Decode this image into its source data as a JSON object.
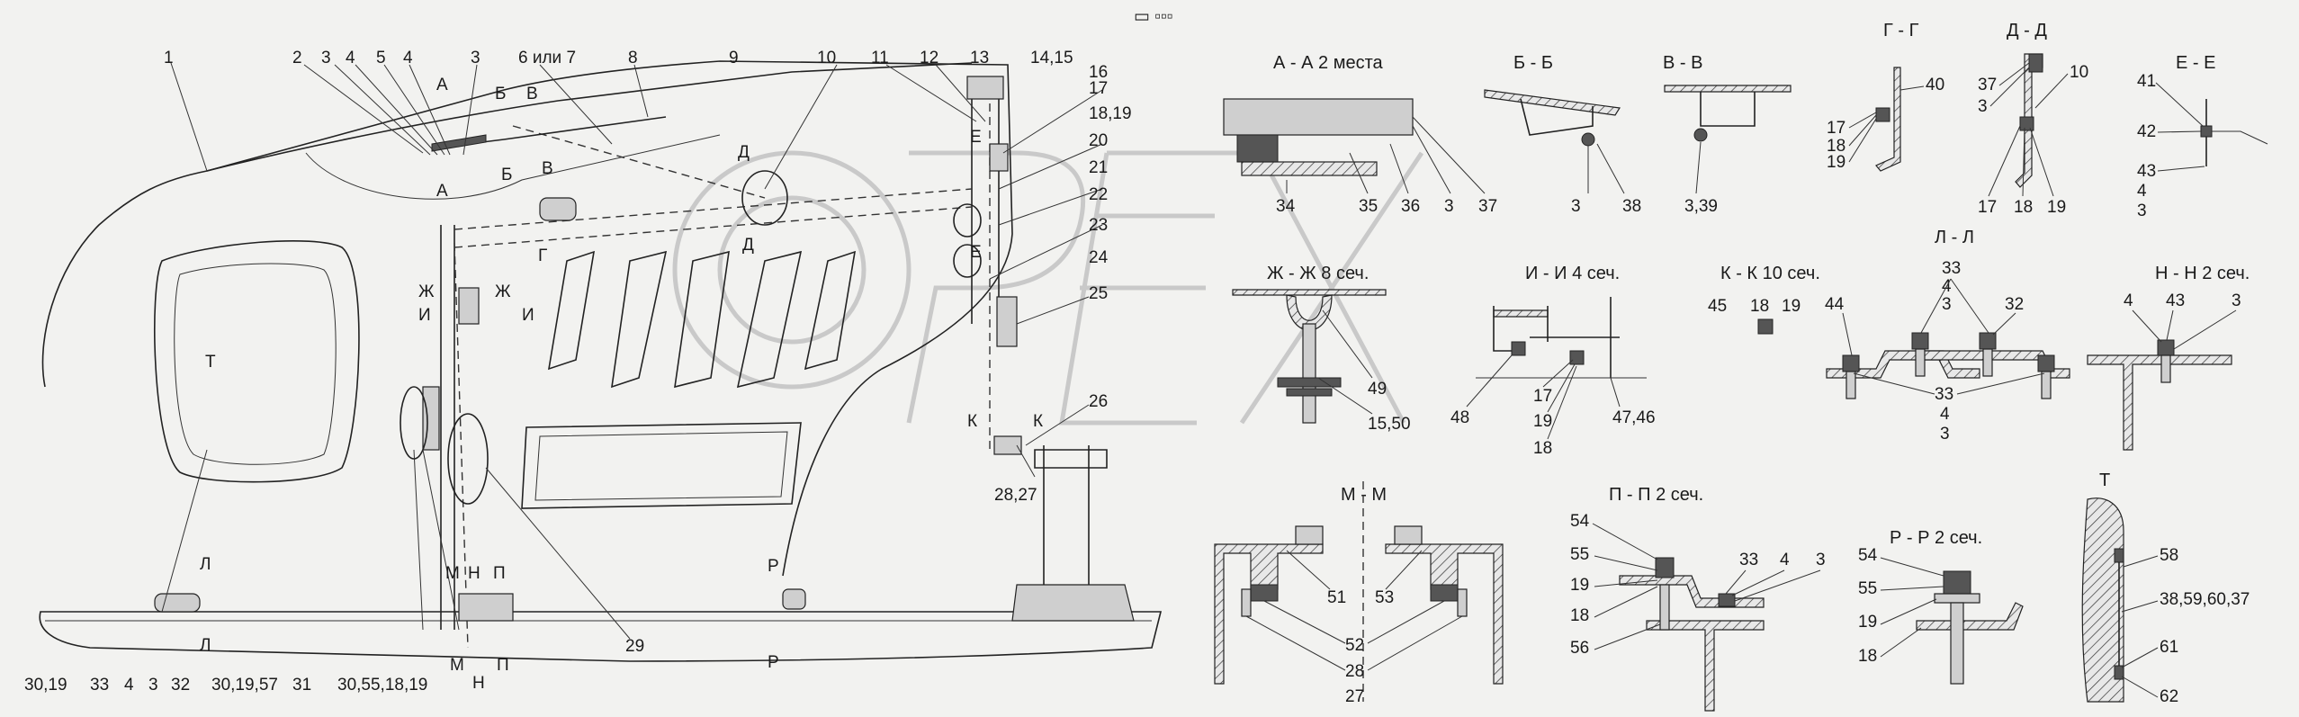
{
  "header_mark": "▭ ▫▫▫",
  "callouts": [
    {
      "id": "c1",
      "text": "1"
    },
    {
      "id": "c2",
      "text": "2"
    },
    {
      "id": "c3a",
      "text": "3"
    },
    {
      "id": "c4a",
      "text": "4"
    },
    {
      "id": "c5",
      "text": "5"
    },
    {
      "id": "c4b",
      "text": "4"
    },
    {
      "id": "c3b",
      "text": "3"
    },
    {
      "id": "c6",
      "text": "6 или 7"
    },
    {
      "id": "c8",
      "text": "8"
    },
    {
      "id": "c9",
      "text": "9"
    },
    {
      "id": "c10",
      "text": "10"
    },
    {
      "id": "c11",
      "text": "11"
    },
    {
      "id": "c12",
      "text": "12"
    },
    {
      "id": "c13",
      "text": "13"
    },
    {
      "id": "c1415",
      "text": "14,15"
    },
    {
      "id": "c16",
      "text": "16"
    },
    {
      "id": "c17",
      "text": "17"
    },
    {
      "id": "c1819",
      "text": "18,19"
    },
    {
      "id": "c20",
      "text": "20"
    },
    {
      "id": "c21",
      "text": "21"
    },
    {
      "id": "c22",
      "text": "22"
    },
    {
      "id": "c23",
      "text": "23"
    },
    {
      "id": "c24",
      "text": "24"
    },
    {
      "id": "c25",
      "text": "25"
    },
    {
      "id": "c26",
      "text": "26"
    },
    {
      "id": "c2827",
      "text": "28,27"
    },
    {
      "id": "c29",
      "text": "29"
    },
    {
      "id": "b3019",
      "text": "30,19"
    },
    {
      "id": "b33",
      "text": "33"
    },
    {
      "id": "b4",
      "text": "4"
    },
    {
      "id": "b3",
      "text": "3"
    },
    {
      "id": "b32",
      "text": "32"
    },
    {
      "id": "b301957",
      "text": "30,19,57"
    },
    {
      "id": "b31",
      "text": "31"
    },
    {
      "id": "b30551819",
      "text": "30,55,18,19"
    }
  ],
  "section_marks": [
    {
      "id": "A1",
      "text": "А"
    },
    {
      "id": "A2",
      "text": "А"
    },
    {
      "id": "B1",
      "text": "Б"
    },
    {
      "id": "B2",
      "text": "Б"
    },
    {
      "id": "V1",
      "text": "В"
    },
    {
      "id": "V2",
      "text": "В"
    },
    {
      "id": "G1",
      "text": "Г"
    },
    {
      "id": "D1",
      "text": "Д"
    },
    {
      "id": "D2",
      "text": "Д"
    },
    {
      "id": "E1",
      "text": "Е"
    },
    {
      "id": "E2",
      "text": "Е"
    },
    {
      "id": "ZH1",
      "text": "Ж"
    },
    {
      "id": "ZH2",
      "text": "Ж"
    },
    {
      "id": "I1",
      "text": "И"
    },
    {
      "id": "I2",
      "text": "И"
    },
    {
      "id": "K1",
      "text": "К"
    },
    {
      "id": "K2",
      "text": "К"
    },
    {
      "id": "T1",
      "text": "Т"
    },
    {
      "id": "L1",
      "text": "Л"
    },
    {
      "id": "L2",
      "text": "Л"
    },
    {
      "id": "M1",
      "text": "М"
    },
    {
      "id": "M2",
      "text": "М"
    },
    {
      "id": "N1",
      "text": "Н"
    },
    {
      "id": "N2",
      "text": "Н"
    },
    {
      "id": "P1",
      "text": "П"
    },
    {
      "id": "P2",
      "text": "П"
    },
    {
      "id": "R1",
      "text": "Р"
    },
    {
      "id": "R2",
      "text": "Р"
    }
  ],
  "views": [
    {
      "id": "AA",
      "title": "А - А 2 места",
      "labels": [
        "34",
        "35",
        "36",
        "3",
        "37"
      ]
    },
    {
      "id": "BB",
      "title": "Б - Б",
      "labels": [
        "3",
        "38"
      ]
    },
    {
      "id": "VV",
      "title": "В - В",
      "labels": [
        "3,39"
      ]
    },
    {
      "id": "GG",
      "title": "Г - Г",
      "labels": [
        "40",
        "17",
        "18",
        "19"
      ]
    },
    {
      "id": "DD",
      "title": "Д - Д",
      "labels": [
        "37",
        "3",
        "10",
        "17",
        "18",
        "19"
      ]
    },
    {
      "id": "EE",
      "title": "Е - Е",
      "labels": [
        "41",
        "42",
        "43",
        "4",
        "3"
      ]
    },
    {
      "id": "ZHZH",
      "title": "Ж - Ж 8 сеч.",
      "labels": [
        "49",
        "15,50"
      ]
    },
    {
      "id": "II",
      "title": "И - И 4 сеч.",
      "labels": [
        "48",
        "17",
        "19",
        "18",
        "47,46"
      ]
    },
    {
      "id": "KK",
      "title": "К - К 10 сеч.",
      "labels": [
        "45",
        "18",
        "19"
      ]
    },
    {
      "id": "LL",
      "title": "Л - Л",
      "labels": [
        "33",
        "4",
        "3",
        "44",
        "32",
        "33",
        "4",
        "3"
      ]
    },
    {
      "id": "NN",
      "title": "Н - Н 2 сеч.",
      "labels": [
        "4",
        "43",
        "3"
      ]
    },
    {
      "id": "MM",
      "title": "М - М",
      "labels": [
        "51",
        "53",
        "52",
        "28",
        "27"
      ]
    },
    {
      "id": "PP",
      "title": "П - П 2 сеч.",
      "labels": [
        "54",
        "55",
        "19",
        "18",
        "56",
        "33",
        "4",
        "3"
      ]
    },
    {
      "id": "RR",
      "title": "Р - Р 2 сеч.",
      "labels": [
        "54",
        "55",
        "19",
        "18"
      ]
    },
    {
      "id": "T",
      "title": "Т",
      "labels": [
        "58",
        "38,59,60,37",
        "61",
        "62"
      ]
    }
  ],
  "watermark": "OPEX"
}
